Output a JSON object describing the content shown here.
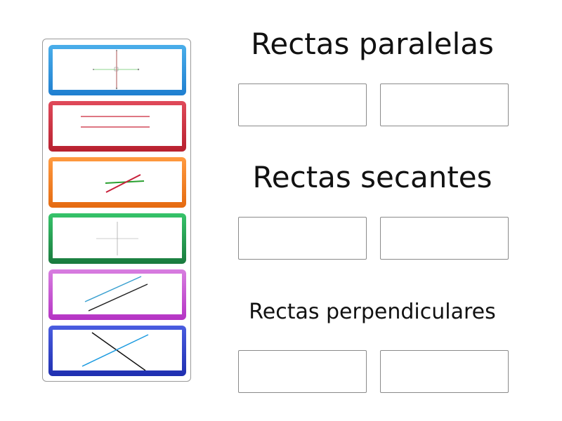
{
  "activity": {
    "type": "group-sort",
    "cards": [
      {
        "id": "card-1",
        "color_top": "#4aaeea",
        "color_bottom": "#1f7fd0",
        "image": "perpendicular-lines-green-red-axes"
      },
      {
        "id": "card-2",
        "color_top": "#e04a5a",
        "color_bottom": "#b8202f",
        "image": "parallel-horizontal-red-lines"
      },
      {
        "id": "card-3",
        "color_top": "#ff9a40",
        "color_bottom": "#e56a10",
        "image": "secant-lines-red-green"
      },
      {
        "id": "card-4",
        "color_top": "#36c46a",
        "color_bottom": "#1a7a3e",
        "image": "perpendicular-lines-gray-axes"
      },
      {
        "id": "card-5",
        "color_top": "#d87ee0",
        "color_bottom": "#b533c4",
        "image": "parallel-diagonal-blue-black-lines"
      },
      {
        "id": "card-6",
        "color_top": "#4a5de0",
        "color_bottom": "#1f2fb0",
        "image": "secant-lines-black-blue-cross"
      }
    ],
    "groups": [
      {
        "title": "Rectas paralelas",
        "slots": 2
      },
      {
        "title": "Rectas secantes",
        "slots": 2
      },
      {
        "title": "Rectas perpendiculares",
        "slots": 2
      }
    ]
  }
}
